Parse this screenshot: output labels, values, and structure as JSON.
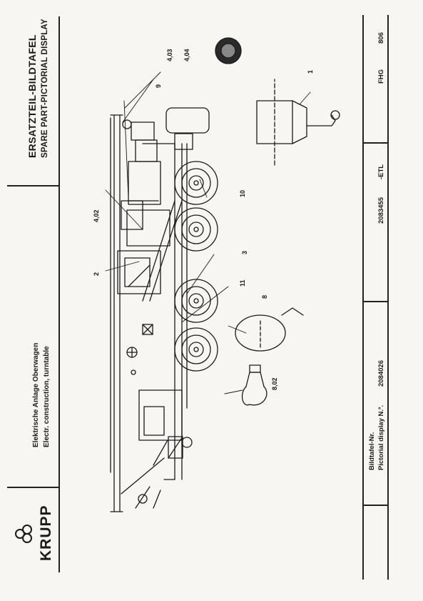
{
  "header": {
    "brand": "KRUPP",
    "description_de": "Elektrische Anlage Oberwagen",
    "description_en": "Electr. construction, turntable",
    "title_de": "ERSATZTEIL-BILDTAFEL",
    "title_en": "SPARE PART-PICTORIAL DISPLAY"
  },
  "footer": {
    "label_de": "Bildtafel-Nr.",
    "label_en": "Pictorial display N.º.",
    "display_number": "2084026",
    "doc_number": "2083455",
    "doc_suffix": "-ETL",
    "series_label": "FHG",
    "series_number": "806"
  },
  "callouts": [
    "4,03",
    "4,04",
    "9",
    "1",
    "4,02",
    "10",
    "2",
    "3",
    "11",
    "8",
    "8,02"
  ]
}
